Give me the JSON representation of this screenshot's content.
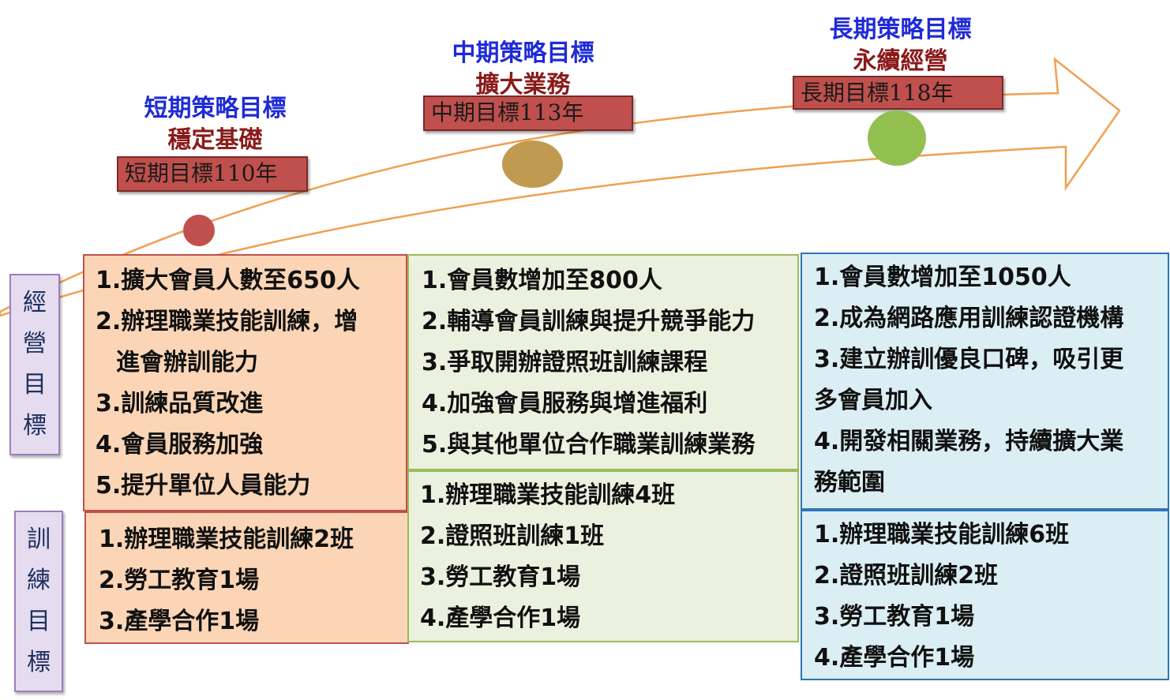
{
  "phases": [
    {
      "title": "短期策略目標",
      "subtitle": "穩定基礎",
      "target": "短期目標110年"
    },
    {
      "title": "中期策略目標",
      "subtitle": "擴大業務",
      "target": "中期目標113年"
    },
    {
      "title": "長期策略目標",
      "subtitle": "永續經營",
      "target": "長期目標118年"
    }
  ],
  "side_labels": {
    "business": [
      "經",
      "營",
      "目",
      "標"
    ],
    "training": [
      "訓",
      "練",
      "目",
      "標"
    ]
  },
  "business_goals": {
    "short": [
      "1.擴大會員人數至650人",
      "2.辦理職業技能訓練，增",
      "進會辦訓能力",
      "3.訓練品質改進",
      "4.會員服務加強",
      "5.提升單位人員能力"
    ],
    "mid": [
      "1.會員數增加至800人",
      "2.輔導會員訓練與提升競爭能力",
      "3.爭取開辦證照班訓練課程",
      "4.加強會員服務與增進福利",
      "5.與其他單位合作職業訓練業務"
    ],
    "long": [
      "1.會員數增加至1050人",
      "2.成為網路應用訓練認證機構",
      "3.建立辦訓優良口碑，吸引更",
      "多會員加入",
      "4.開發相關業務，持續擴大業",
      "務範圍"
    ]
  },
  "training_goals": {
    "short": [
      "1.辦理職業技能訓練2班",
      "2.勞工教育1場",
      "3.產學合作1場"
    ],
    "mid": [
      "1.辦理職業技能訓練4班",
      "2.證照班訓練1班",
      "3.勞工教育1場",
      "4.產學合作1場"
    ],
    "long": [
      "1.辦理職業技能訓練6班",
      "2.證照班訓練2班",
      "3.勞工教育1場",
      "4.產學合作1場"
    ]
  },
  "colors": {
    "short_dot": "#c0504d",
    "mid_dot": "#c09a50",
    "long_dot": "#92c050",
    "arrow": "#f0a050"
  }
}
